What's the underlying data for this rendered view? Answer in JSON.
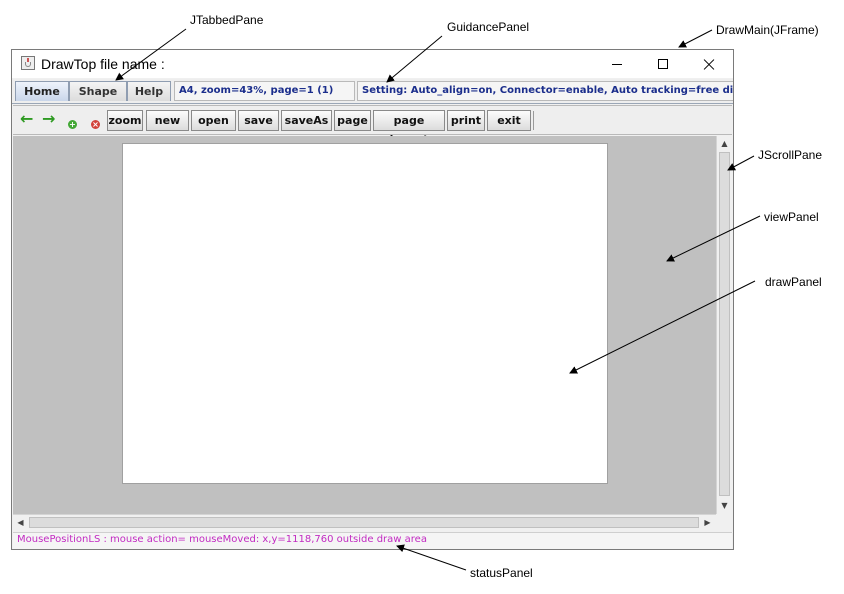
{
  "window": {
    "title": "DrawTop file name :"
  },
  "tabs": [
    {
      "label": "Home",
      "active": true
    },
    {
      "label": "Shape",
      "active": false
    },
    {
      "label": "Help",
      "active": false
    }
  ],
  "page_info": "A4,  zoom=43%,  page=1 (1)",
  "guidance": "Setting:  Auto_align=on,  Connector=enable,  Auto tracking=free dire",
  "toolbar": {
    "icons": [
      "back-arrow-icon",
      "forward-arrow-icon",
      "add-icon",
      "remove-icon"
    ],
    "zoom": "zoom",
    "buttons": {
      "new": "new",
      "open": "open",
      "save": "save",
      "saveas": "saveAs",
      "page": "page",
      "page_layout": "page layout",
      "print": "print",
      "exit": "exit"
    }
  },
  "status": "MousePositionLS :  mouse action= mouseMoved:   x,y=1118,760 outside draw area",
  "annotations": {
    "tabbed_pane": "JTabbedPane",
    "guidance_panel": "GuidancePanel",
    "draw_main": "DrawMain(JFrame)",
    "scroll_pane": "JScrollPane",
    "view_panel": "viewPanel",
    "draw_panel": "drawPanel",
    "status_panel": "statusPanel"
  },
  "colors": {
    "accent_text": "#1b2e8c",
    "status_text": "#c22bc2",
    "canvas_bg": "#c0c0c0",
    "arrow_icon": "#2e9a22"
  }
}
